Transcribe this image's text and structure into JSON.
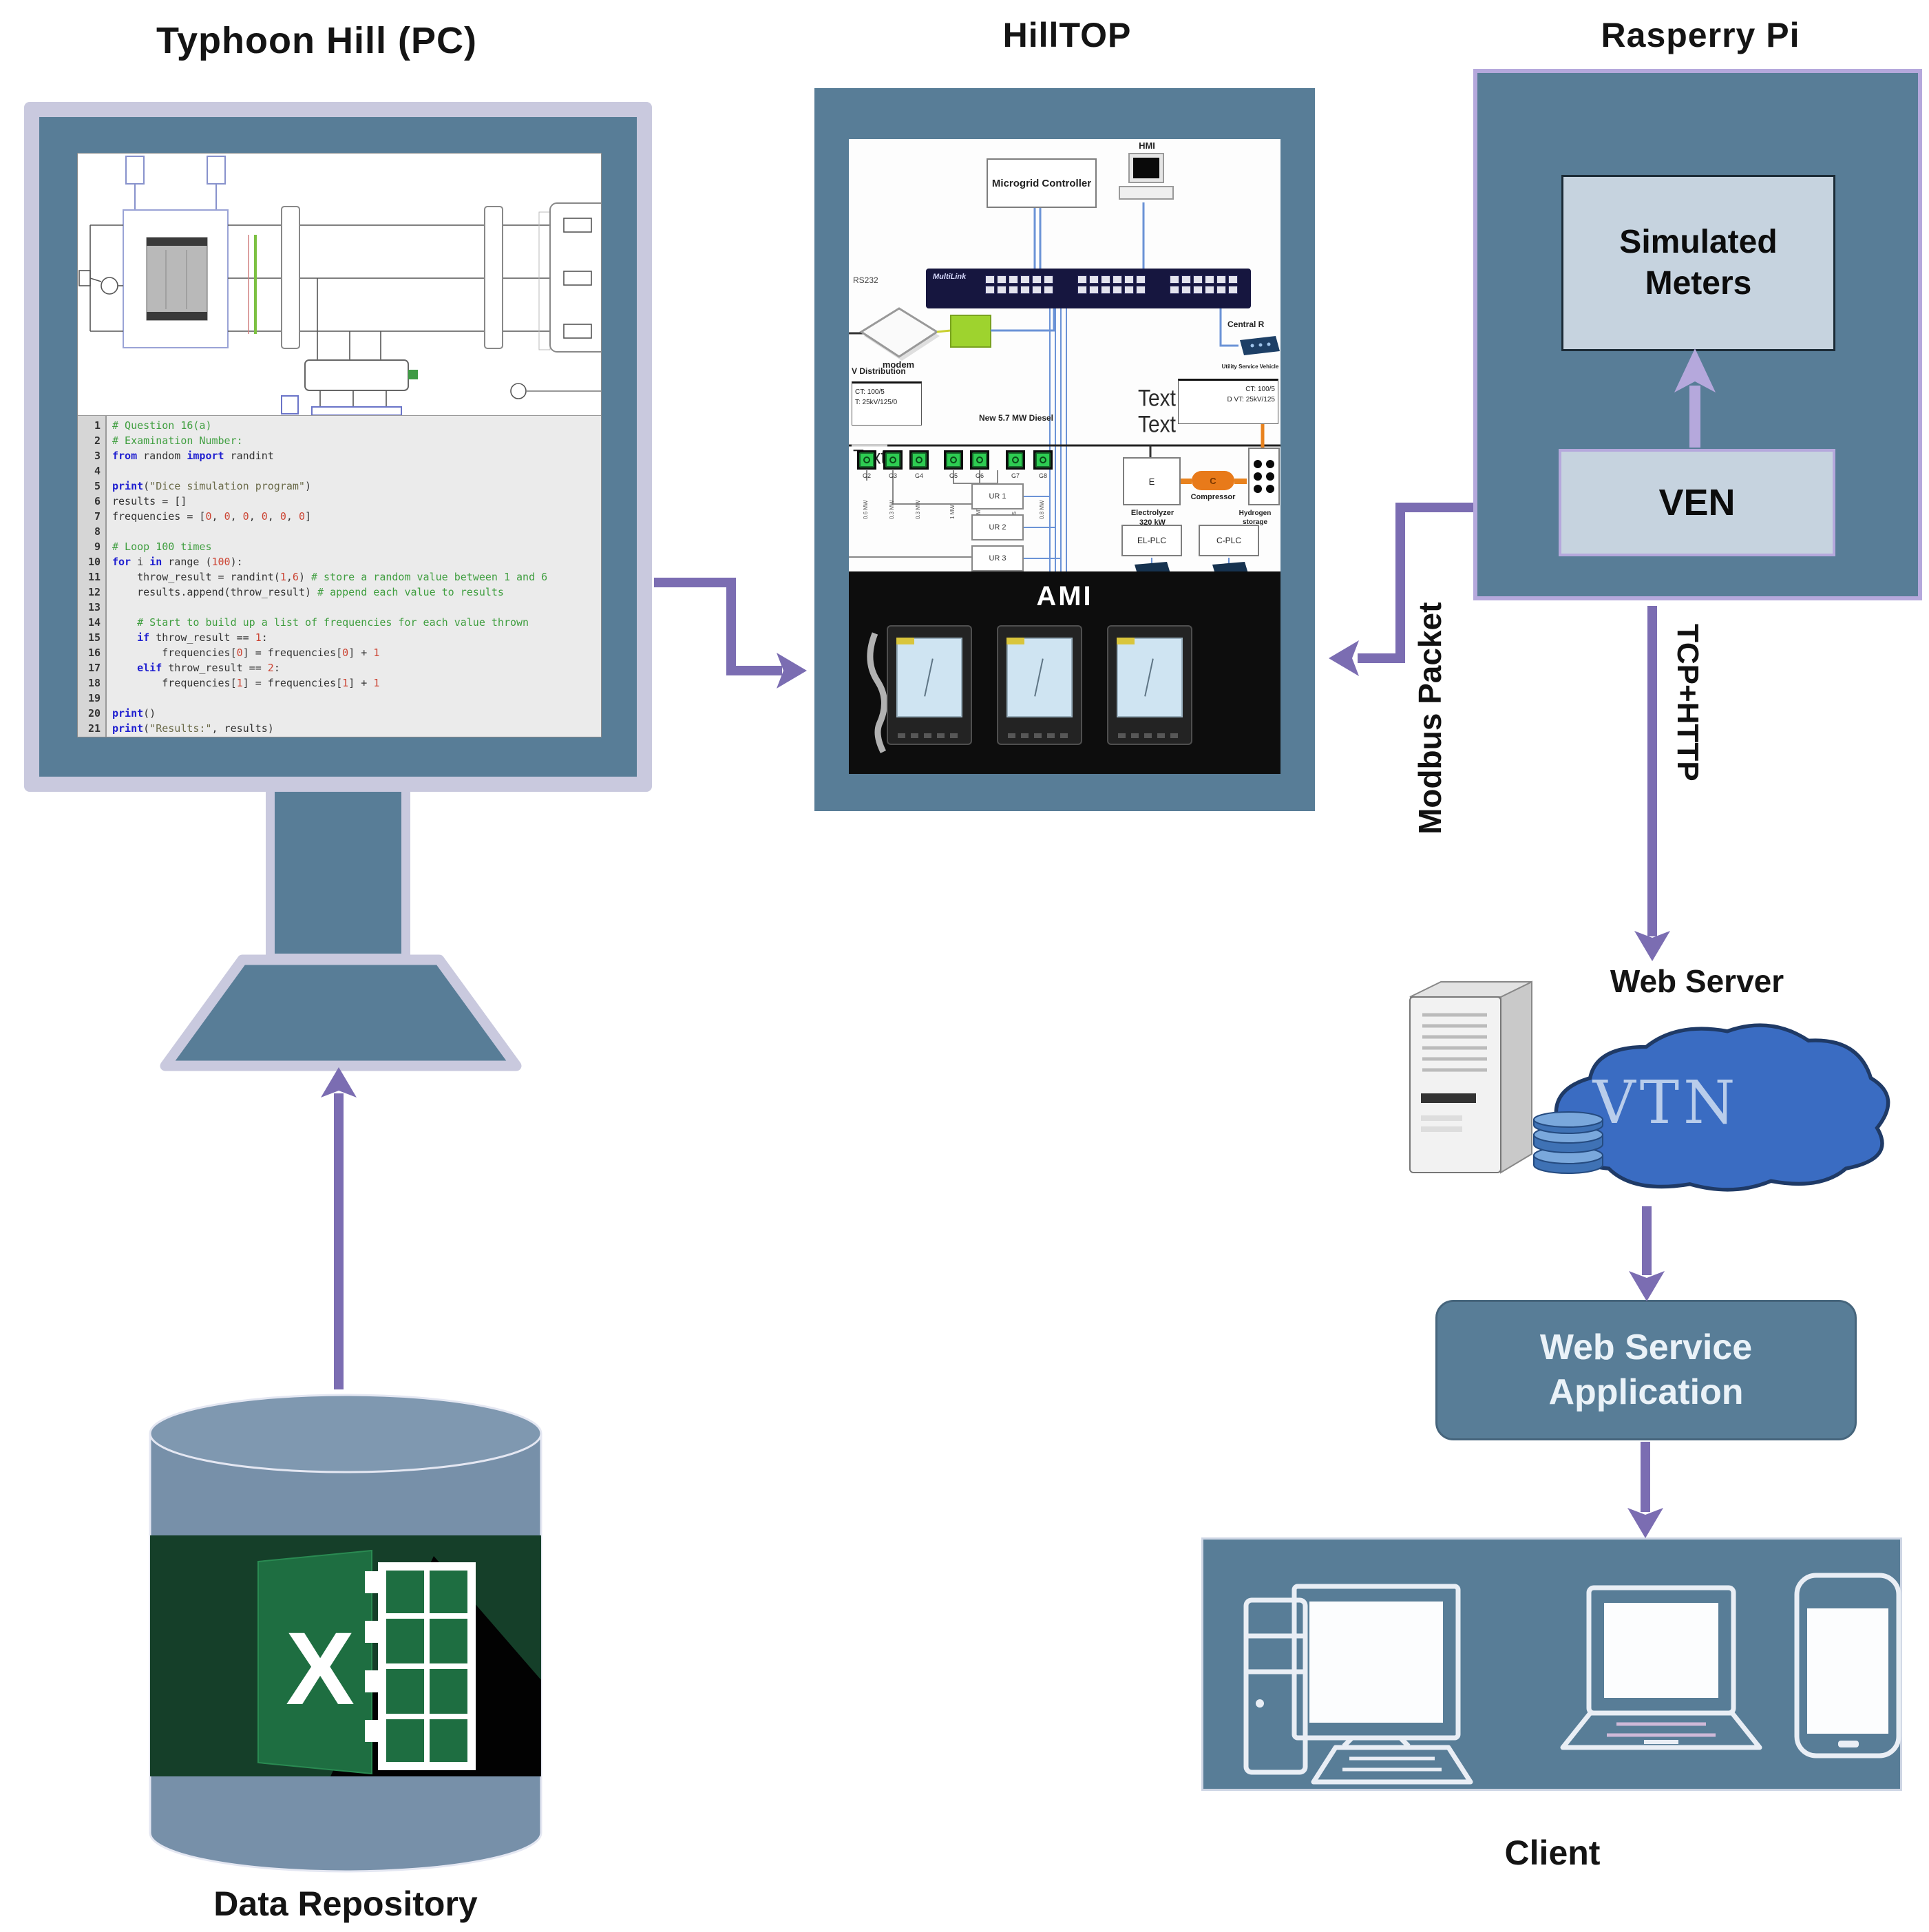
{
  "titles": {
    "typhoon": "Typhoon Hill (PC)",
    "hilltop": "HillTOP",
    "raspberry": "Rasperry Pi"
  },
  "code": {
    "lines": [
      {
        "n": "1",
        "parts": [
          [
            "c",
            "# Question 16(a)"
          ]
        ]
      },
      {
        "n": "2",
        "parts": [
          [
            "c",
            "# Examination Number:"
          ]
        ]
      },
      {
        "n": "3",
        "parts": [
          [
            "k",
            "from "
          ],
          [
            "p",
            "random "
          ],
          [
            "k",
            "import "
          ],
          [
            "p",
            "randint"
          ]
        ]
      },
      {
        "n": "4",
        "parts": []
      },
      {
        "n": "5",
        "parts": [
          [
            "k",
            "print"
          ],
          [
            "p",
            "("
          ],
          [
            "s",
            "\"Dice simulation program\""
          ],
          [
            "p",
            ")"
          ]
        ]
      },
      {
        "n": "6",
        "parts": [
          [
            "p",
            "results = []"
          ]
        ]
      },
      {
        "n": "7",
        "parts": [
          [
            "p",
            "frequencies = ["
          ],
          [
            "n",
            "0"
          ],
          [
            "p",
            ", "
          ],
          [
            "n",
            "0"
          ],
          [
            "p",
            ", "
          ],
          [
            "n",
            "0"
          ],
          [
            "p",
            ", "
          ],
          [
            "n",
            "0"
          ],
          [
            "p",
            ", "
          ],
          [
            "n",
            "0"
          ],
          [
            "p",
            ", "
          ],
          [
            "n",
            "0"
          ],
          [
            "p",
            "]"
          ]
        ]
      },
      {
        "n": "8",
        "parts": []
      },
      {
        "n": "9",
        "parts": [
          [
            "c",
            "# Loop 100 times"
          ]
        ]
      },
      {
        "n": "10",
        "parts": [
          [
            "k",
            "for "
          ],
          [
            "p",
            "i "
          ],
          [
            "k",
            "in "
          ],
          [
            "p",
            "range ("
          ],
          [
            "n",
            "100"
          ],
          [
            "p",
            "):"
          ]
        ]
      },
      {
        "n": "11",
        "parts": [
          [
            "p",
            "    throw_result = randint("
          ],
          [
            "n",
            "1"
          ],
          [
            "p",
            ","
          ],
          [
            "n",
            "6"
          ],
          [
            "p",
            ") "
          ],
          [
            "c",
            "# store a random value between 1 and 6"
          ]
        ]
      },
      {
        "n": "12",
        "parts": [
          [
            "p",
            "    results.append(throw_result) "
          ],
          [
            "c",
            "# append each value to results"
          ]
        ]
      },
      {
        "n": "13",
        "parts": []
      },
      {
        "n": "14",
        "parts": [
          [
            "c",
            "    # Start to build up a list of frequencies for each value thrown"
          ]
        ]
      },
      {
        "n": "15",
        "parts": [
          [
            "p",
            "    "
          ],
          [
            "k",
            "if "
          ],
          [
            "p",
            "throw_result == "
          ],
          [
            "n",
            "1"
          ],
          [
            "p",
            ":"
          ]
        ]
      },
      {
        "n": "16",
        "parts": [
          [
            "p",
            "        frequencies["
          ],
          [
            "n",
            "0"
          ],
          [
            "p",
            "] = frequencies["
          ],
          [
            "n",
            "0"
          ],
          [
            "p",
            "] + "
          ],
          [
            "n",
            "1"
          ]
        ]
      },
      {
        "n": "17",
        "parts": [
          [
            "p",
            "    "
          ],
          [
            "k",
            "elif "
          ],
          [
            "p",
            "throw_result == "
          ],
          [
            "n",
            "2"
          ],
          [
            "p",
            ":"
          ]
        ]
      },
      {
        "n": "18",
        "parts": [
          [
            "p",
            "        frequencies["
          ],
          [
            "n",
            "1"
          ],
          [
            "p",
            "] = frequencies["
          ],
          [
            "n",
            "1"
          ],
          [
            "p",
            "] + "
          ],
          [
            "n",
            "1"
          ]
        ]
      },
      {
        "n": "19",
        "parts": []
      },
      {
        "n": "20",
        "parts": [
          [
            "k",
            "print"
          ],
          [
            "p",
            "()"
          ]
        ]
      },
      {
        "n": "21",
        "parts": [
          [
            "k",
            "print"
          ],
          [
            "p",
            "("
          ],
          [
            "s",
            "\"Results:\""
          ],
          [
            "p",
            ", results)"
          ]
        ]
      }
    ]
  },
  "hilltop": {
    "controller": "Microgrid Controller",
    "hmi": "HMI",
    "switch_brand": "MultiLink",
    "rs232": "RS232",
    "modem": "modem",
    "central": "Central R",
    "v_distribution": "V Distribution",
    "ct_left_1": "CT: 100/5",
    "ct_left_2": "T: 25kV/125/0",
    "ct_right_1": "CT: 100/5",
    "ct_right_2": "D VT: 25kV/125",
    "diesel": "New 5.7 MW Diesel",
    "text_placeholder": "Text",
    "generators": [
      "G2",
      "G3",
      "G4",
      "G5",
      "G6",
      "G7",
      "G8"
    ],
    "ratings": [
      "0.6 MW",
      "0.3 MW",
      "0.3 MW",
      "1 MW",
      "1 MW",
      "2.5 MW",
      "0.8 MW"
    ],
    "ur_units": [
      "UR 1",
      "UR 2",
      "UR 3"
    ],
    "electrolyzer_letter": "E",
    "electrolyzer_line1": "Electrolyzer",
    "electrolyzer_line2": "320 kW",
    "compressor_letter": "C",
    "compressor_label": "Compressor",
    "hydrogen_label": "Hydrogen storage",
    "el_plc": "EL-PLC",
    "c_plc": "C-PLC",
    "utility_label": "Utility Service Vehicle",
    "ami_label": "AMI"
  },
  "raspberry": {
    "simulated_meters": "Simulated Meters",
    "ven": "VEN"
  },
  "connections": {
    "modbus": "Modbus Packet",
    "tcp_http": "TCP+HTTP"
  },
  "web_server": {
    "label": "Web Server",
    "vtn": "VTN"
  },
  "web_service_app": {
    "line1": "Web Service",
    "line2": "Application"
  },
  "client": {
    "label": "Client"
  },
  "repository": {
    "label": "Data Repository",
    "excel_letter": "X"
  },
  "colors": {
    "box_blue": "#587d97",
    "panel_light": "#c6d3df",
    "lavender": "#c9c9de",
    "arrow_purple": "#7b6db2",
    "arrow_light": "#b5a8dc",
    "cloud_blue": "#3a6cc2",
    "excel_green": "#1e6e41"
  }
}
